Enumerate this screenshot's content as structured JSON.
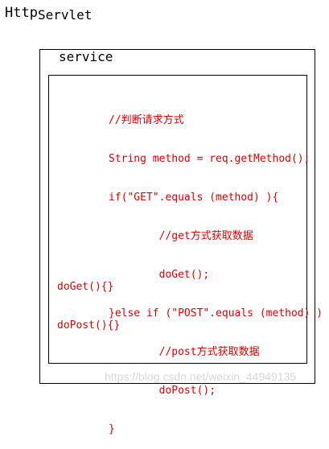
{
  "title": {
    "prefix": "Http",
    "suffix": "Servlet"
  },
  "service_box": {
    "label": "service",
    "code_lines": [
      "//判断请求方式",
      "String method = req.getMethod();",
      "if(\"GET\".equals (method) ){",
      "        //get方式获取数据",
      "        doGet();",
      "}else if (\"POST\".equals (method) )",
      "        //post方式获取数据",
      "        doPost();",
      "}"
    ],
    "methods": [
      "doGet(){}",
      "doPost(){}"
    ]
  },
  "watermark": "https://blog.csdn.net/weixin_44949135",
  "colors": {
    "code": "#e00000",
    "border": "#000000",
    "watermark": "#d8d8d8"
  }
}
